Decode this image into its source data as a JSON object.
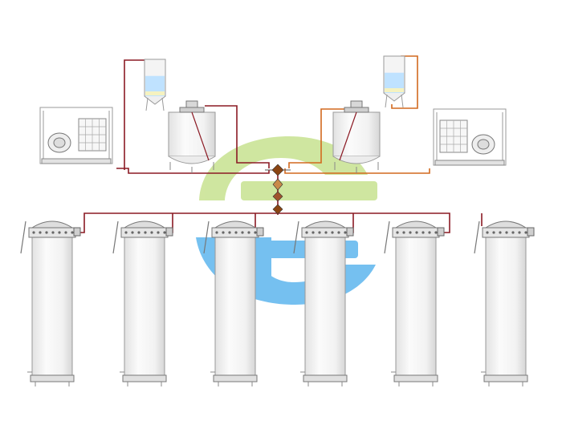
{
  "diagram": {
    "type": "process-piping-schematic",
    "colors": {
      "main_pipe": "#8b1a24",
      "secondary_pipe": "#d2691e",
      "equipment_stroke": "#9a9a9a",
      "vessel_fill": "#f4f4f4",
      "liquid_blue": "#bfe2ff",
      "liquid_yellow": "#f5f2c0",
      "valve_fill": "#a0522d",
      "watermark_green": "#c5e08f",
      "watermark_blue": "#5ab4ec"
    },
    "equipment": {
      "feed_tanks": [
        {
          "name": "left-feed-tank",
          "liquid_level": 0.55
        },
        {
          "name": "right-feed-tank",
          "liquid_level": 0.55
        }
      ],
      "reactors": [
        {
          "name": "left-mixing-reactor"
        },
        {
          "name": "right-mixing-reactor"
        }
      ],
      "ibc_stations": [
        {
          "name": "left-ibc-station"
        },
        {
          "name": "right-ibc-station"
        }
      ],
      "filter_housings": [
        {
          "name": "filter-housing-1"
        },
        {
          "name": "filter-housing-2"
        },
        {
          "name": "filter-housing-3"
        },
        {
          "name": "filter-housing-4"
        },
        {
          "name": "filter-housing-5"
        },
        {
          "name": "filter-housing-6"
        }
      ],
      "manifold_valves": 4
    },
    "watermark": {
      "icon": "company-logo-watermark"
    }
  }
}
